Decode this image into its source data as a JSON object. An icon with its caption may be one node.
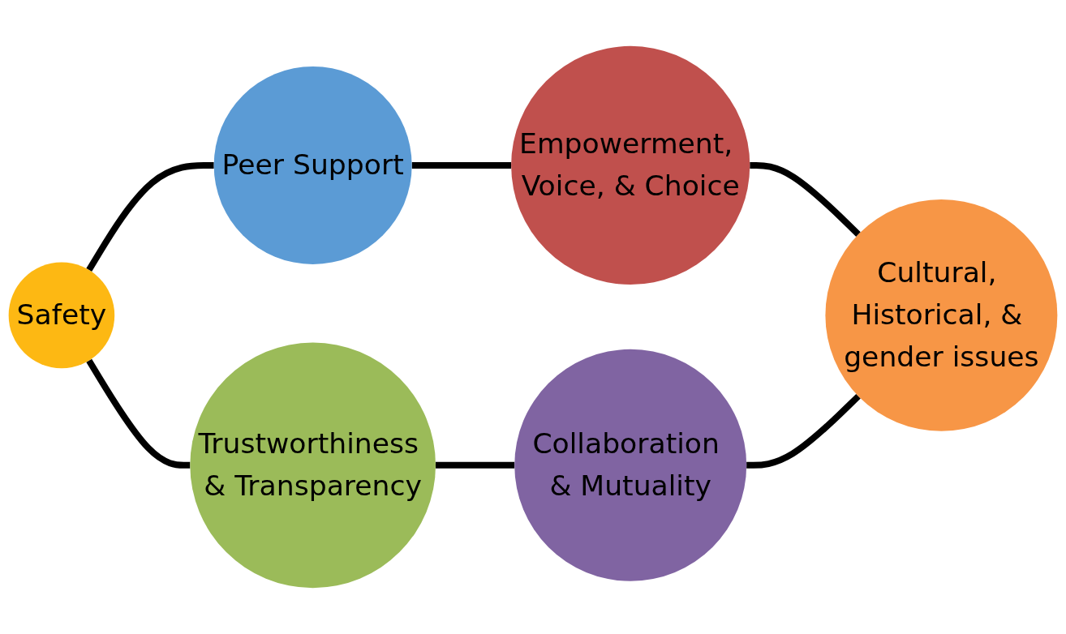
{
  "diagram": {
    "nodes": [
      {
        "text": [
          "Safety"
        ]
      },
      {
        "text": [
          "Peer Support"
        ]
      },
      {
        "text": [
          "Empowerment, Voice, & Choice"
        ]
      },
      {
        "text": [
          "Trustworthiness & Transparency"
        ]
      },
      {
        "text": [
          "Collaboration & Mutuality"
        ]
      },
      {
        "text": [
          "Cultural, Historical, & gender issues"
        ]
      }
    ],
    "edges": [
      {
        "from": 0,
        "to": 1,
        "arrow": "none"
      },
      {
        "from": 1,
        "to": 2,
        "arrow": "none"
      },
      {
        "from": 2,
        "to": 5,
        "arrow": "none"
      },
      {
        "from": 4,
        "to": 5,
        "arrow": "none"
      },
      {
        "from": 3,
        "to": 4,
        "arrow": "none"
      },
      {
        "from": 0,
        "to": 3,
        "arrow": "none"
      }
    ]
  }
}
